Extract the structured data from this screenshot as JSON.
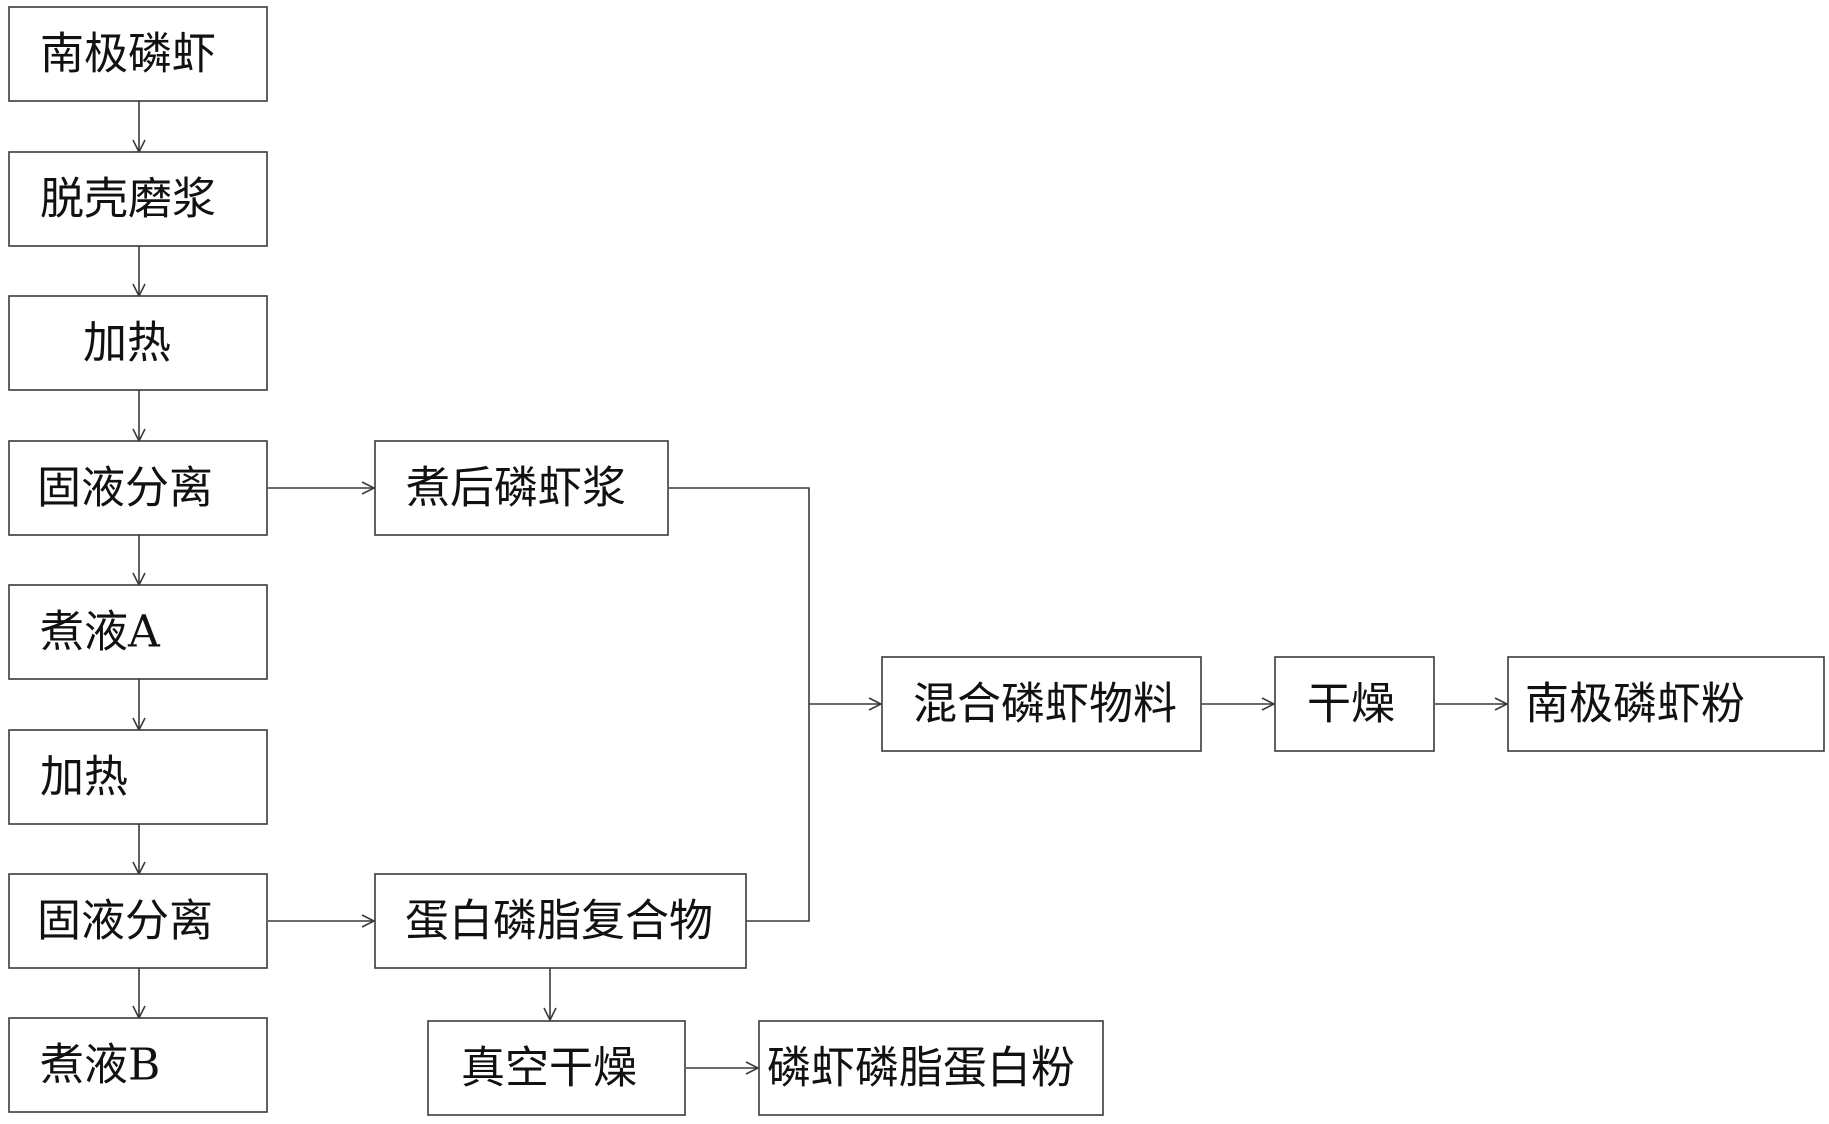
{
  "nodes": {
    "krill": "南极磷虾",
    "shell_grind": "脱壳磨浆",
    "heat_1": "加热",
    "sep_1": "固液分离",
    "broth_a": "煮液A",
    "heat_2": "加热",
    "sep_2": "固液分离",
    "broth_b": "煮液B",
    "cooked_slurry": "煮后磷虾浆",
    "protein_complex": "蛋白磷脂复合物",
    "vacuum_dry": "真空干燥",
    "phospho_protein_powder": "磷虾磷脂蛋白粉",
    "mixed_material": "混合磷虾物料",
    "dry": "干燥",
    "krill_powder": "南极磷虾粉"
  },
  "edges": [
    [
      "krill",
      "shell_grind"
    ],
    [
      "shell_grind",
      "heat_1"
    ],
    [
      "heat_1",
      "sep_1"
    ],
    [
      "sep_1",
      "broth_a"
    ],
    [
      "broth_a",
      "heat_2"
    ],
    [
      "heat_2",
      "sep_2"
    ],
    [
      "sep_2",
      "broth_b"
    ],
    [
      "sep_1",
      "cooked_slurry"
    ],
    [
      "sep_2",
      "protein_complex"
    ],
    [
      "protein_complex",
      "vacuum_dry"
    ],
    [
      "vacuum_dry",
      "phospho_protein_powder"
    ],
    [
      "cooked_slurry",
      "mixed_material"
    ],
    [
      "protein_complex",
      "mixed_material"
    ],
    [
      "mixed_material",
      "dry"
    ],
    [
      "dry",
      "krill_powder"
    ]
  ]
}
